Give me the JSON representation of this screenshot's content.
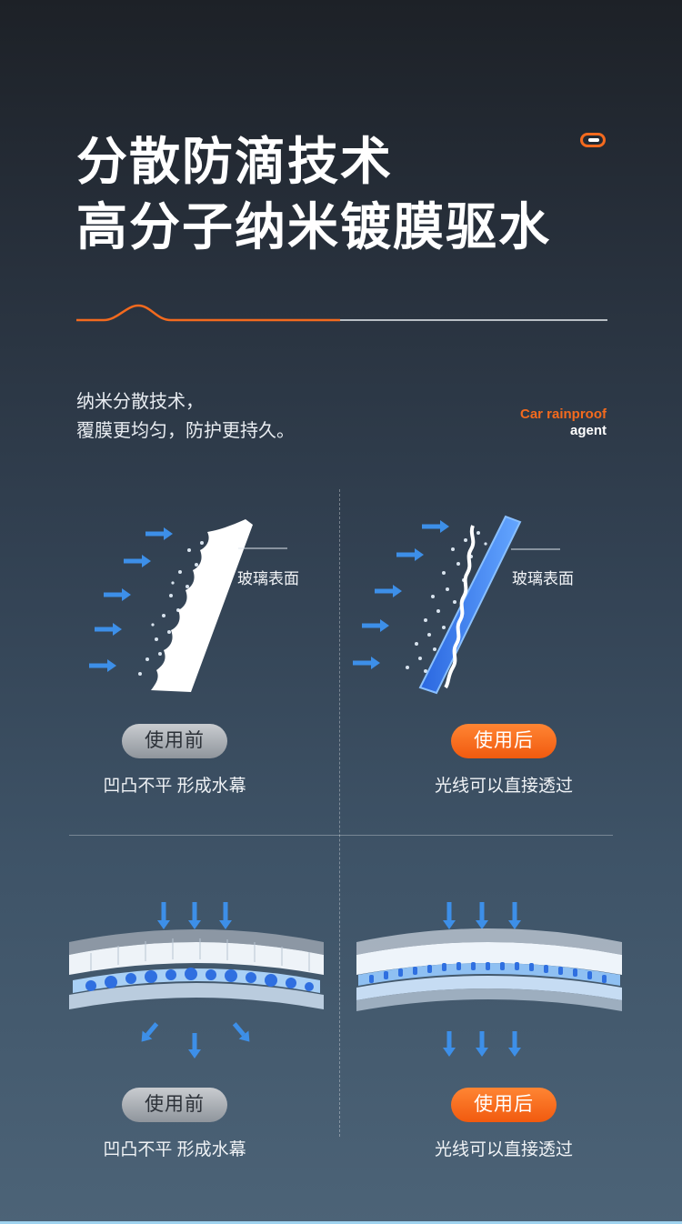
{
  "header": {
    "title_line1": "分散防滴技术",
    "title_line2": "高分子纳米镀膜驱水"
  },
  "intro": {
    "line1": "纳米分散技术，",
    "line2": "覆膜更均匀，防护更持久。"
  },
  "brand": {
    "line1": "Car rainproof",
    "line2": "agent"
  },
  "panels": {
    "top_left": {
      "glass_label": "玻璃表面",
      "badge": "使用前",
      "caption": "凹凸不平 形成水幕"
    },
    "top_right": {
      "glass_label": "玻璃表面",
      "badge": "使用后",
      "caption": "光线可以直接透过"
    },
    "bottom_left": {
      "badge": "使用前",
      "caption": "凹凸不平 形成水幕"
    },
    "bottom_right": {
      "badge": "使用后",
      "caption": "光线可以直接透过"
    }
  },
  "colors": {
    "accent_orange": "#f36a1e",
    "arrow_blue": "#3d8fe8",
    "water_blue": "#2f6fe0"
  }
}
